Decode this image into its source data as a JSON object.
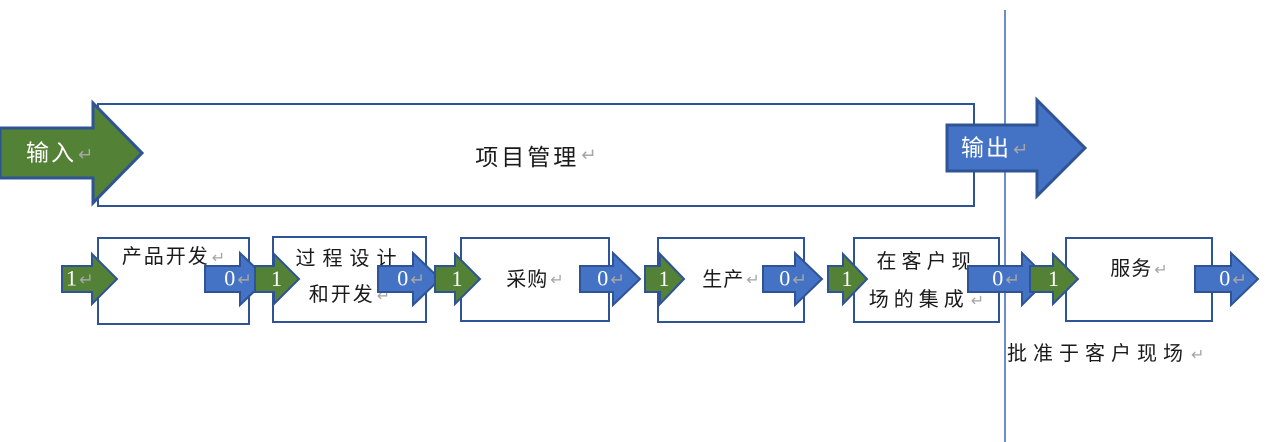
{
  "colors": {
    "green_fill": "#538135",
    "blue_fill": "#4472C4",
    "arrow_border": "#2F5496",
    "box_border": "#2F5496",
    "divider_line": "#6D8CC9",
    "mark_gray": "#A6A6A6",
    "text_black": "#1A1A1A"
  },
  "marks": {
    "paragraph_return": "↵"
  },
  "header": {
    "input_label": "输入",
    "project_label": "项目管理",
    "output_label": "输出"
  },
  "arrow_values": {
    "green": "1",
    "blue": "0"
  },
  "process_boxes": [
    {
      "name": "product-development",
      "lines": [
        "产品开发"
      ]
    },
    {
      "name": "process-design-and-development",
      "lines": [
        "过程设计",
        "和开发"
      ]
    },
    {
      "name": "procurement",
      "lines": [
        "采购"
      ]
    },
    {
      "name": "production",
      "lines": [
        "生产"
      ]
    },
    {
      "name": "integration-at-customer-site",
      "lines": [
        "在客户现",
        "场的集成"
      ]
    },
    {
      "name": "service",
      "lines": [
        "服务"
      ]
    }
  ],
  "footnote": {
    "label": "批准于客户现场"
  }
}
